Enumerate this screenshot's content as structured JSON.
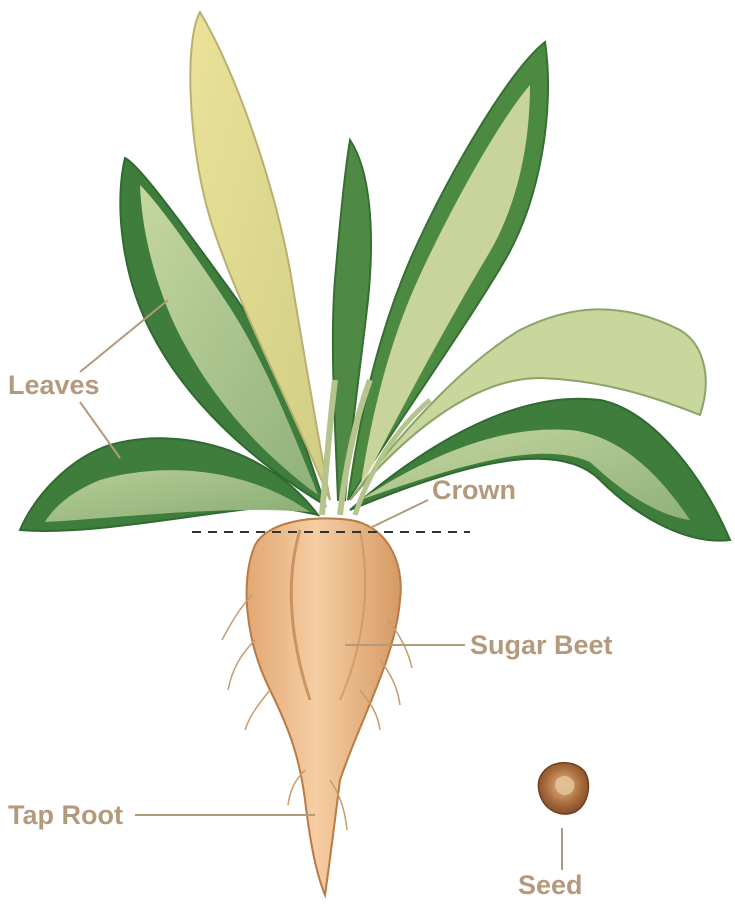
{
  "labels": {
    "leaves": "Leaves",
    "crown": "Crown",
    "sugar_beet": "Sugar Beet",
    "tap_root": "Tap Root",
    "seed": "Seed"
  },
  "colors": {
    "label_text": "#b39a7d",
    "leader_line": "#b39a7d",
    "crown_line": "#333333",
    "leaf_dark": "#3f7d3c",
    "leaf_mid": "#9ab87a",
    "leaf_light": "#d8dfa6",
    "leaf_yellow": "#e5d98e",
    "beet_body": "#efc193",
    "beet_shadow": "#c98d58",
    "seed": "#b07240"
  }
}
